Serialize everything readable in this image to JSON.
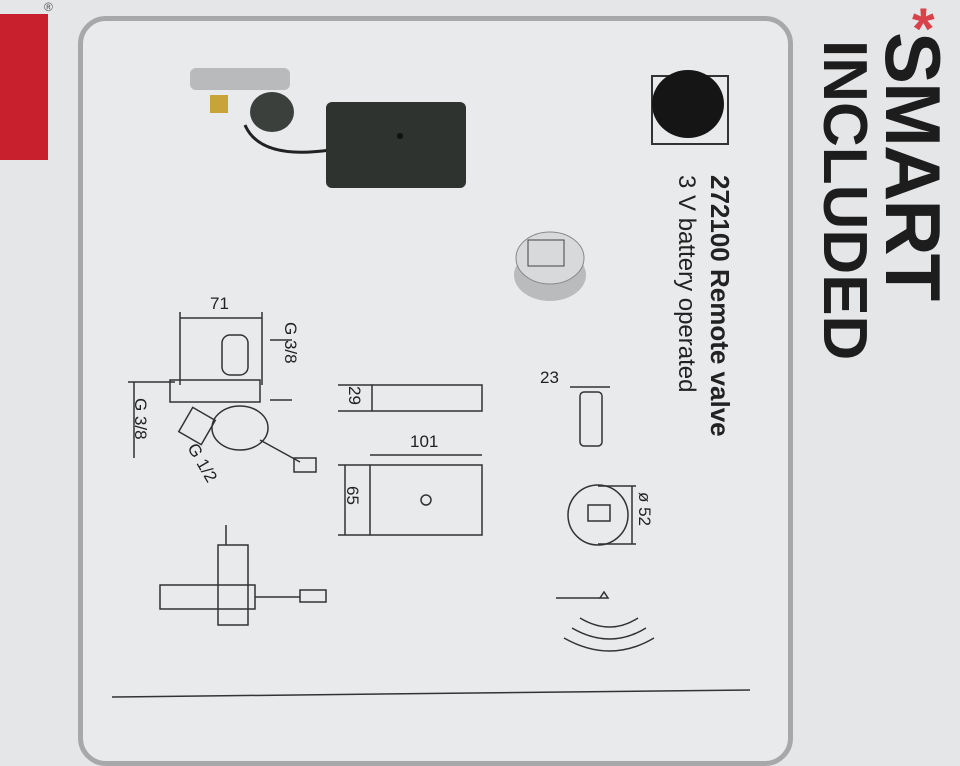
{
  "box": {
    "registered_mark": "®",
    "headline_star": "*",
    "headline": "SMART",
    "subheadline": "INCLUDED",
    "product_code_title": "272100 Remote valve",
    "product_subtitle": "3 V battery operated",
    "accent_color": "#c8202c",
    "star_color": "#d9424a"
  },
  "drawing": {
    "valve_width": "71",
    "thread_top": "G 3/8",
    "thread_left": "G 3/8",
    "thread_bottom": "G 1/2",
    "box_height": "29",
    "box_width": "101",
    "box_depth": "65",
    "button_thickness": "23",
    "button_diameter": "ø 52"
  }
}
